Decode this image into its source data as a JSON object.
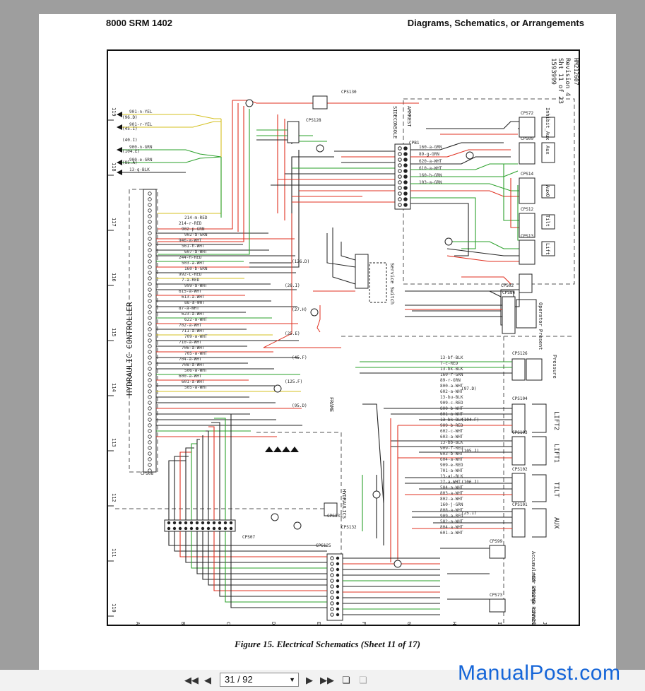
{
  "header": {
    "left": "8000 SRM 1402",
    "right": "Diagrams, Schematics, or Arrangements"
  },
  "schematic": {
    "drawing_id": "1593999",
    "sheet": "Sht 11 of 23",
    "revision": "Revision 4",
    "hm_number": "HM212607",
    "controller_label": "HYDRAULIC CONTROLLER",
    "connectors": [
      "CPS08",
      "CPS07",
      "CPS125",
      "CPS128",
      "CPS130",
      "CPS131",
      "CPS132",
      "CPS126",
      "CPS104",
      "CPS103",
      "CPS102",
      "CPS101",
      "CPS99",
      "CPS73",
      "CPS14",
      "CPS12",
      "CPS13",
      "CPS09",
      "CPS72",
      "CPS02",
      "CPS84",
      "CPB1"
    ],
    "component_labels": [
      "Inhibit_Aux",
      "Aux",
      "AuxO",
      "Tilt",
      "Lift",
      "Operator Present",
      "Service Switch",
      "Pressure",
      "LIFT2",
      "LIFT1",
      "TILT",
      "AUX",
      "Accumulator charge disable",
      "NON ENGINE RUNNING BUT IGNITION ON LOWERING"
    ],
    "area_labels": [
      "ARMREST",
      "SIDECONSOLE",
      "FRAME",
      "HYDRAULICS"
    ],
    "row_numbers": [
      "119",
      "118",
      "117",
      "116",
      "115",
      "114",
      "113",
      "112",
      "111",
      "110"
    ],
    "column_letters": [
      "A",
      "B",
      "C",
      "D",
      "E",
      "F",
      "G",
      "H",
      "I",
      "J"
    ],
    "wire_labels": [
      "901-n-YEL",
      "901-r-YEL",
      "900-n-GRN",
      "900-e-GRN",
      "13-q-BLK",
      "214-m-RED",
      "214-r-RED",
      "902-p-GRN",
      "902-a-GRN",
      "946-a-WHT",
      "561-h-WHT",
      "607-a-WHT",
      "244-n-RED",
      "503-a-WHT",
      "160-b-GRN",
      "992-L-RED",
      "7-a-RED",
      "999-a-WHT",
      "615-a-WHT",
      "613-a-WHT",
      "88-a-WHT",
      "87-a-WHT",
      "623-a-WHT",
      "622-a-WHT",
      "702-a-WHT",
      "711-a-WHT",
      "709-a-WHT",
      "710-a-WHT",
      "706-a-WHT",
      "705-a-WHT",
      "704-a-WHT",
      "708-a-WHT",
      "506-a-WHT",
      "600-a-WHT",
      "601-a-WHT",
      "505-a-WHT",
      "160-a-GRN",
      "89-g-GRN",
      "620-a-WHT",
      "610-a-WHT",
      "160-h-GRN",
      "103-a-GRN",
      "13-bf-BLK",
      "7-c-RED",
      "13-bk-BLK",
      "160-r-GRN",
      "89-r-GRN",
      "800-a-WHT",
      "602-a-WHT",
      "13-bu-BLK",
      "909-c-RED",
      "800-b-WHT",
      "601-a-WHT",
      "13-bk-BLK",
      "909-b-RED",
      "602-c-WHT",
      "603-a-WHT",
      "13-bb-BLK",
      "909-f-RED",
      "603-b-WHT",
      "604-a-WHT",
      "909-e-RED",
      "701-a-WHT",
      "13-ai-BLK",
      "27-a-WHT",
      "504-a-WHT",
      "803-a-WHT",
      "802-a-WHT",
      "160-j-GRN",
      "808-a-WHT",
      "909-a-RED",
      "502-a-WHT",
      "804-a-WHT",
      "601-a-WHT"
    ],
    "refs": [
      "(96.D)",
      "(45.I)",
      "(40.I)",
      "(104.E)",
      "(85.A)",
      "(126.D)",
      "(28.I)",
      "(27.H)",
      "(25.E)",
      "(45.F)",
      "(125.F)",
      "(95.D)",
      "(97.D)",
      "(104.F)",
      "(105.J)",
      "(106.J)",
      "(25.I)"
    ]
  },
  "caption": "Figure 15.  Electrical Schematics (Sheet 11 of 17)",
  "toolbar": {
    "page_value": "31 / 92",
    "first_icon": "first-page-icon",
    "prev_icon": "prev-page-icon",
    "next_icon": "next-page-icon",
    "last_icon": "last-page-icon"
  },
  "watermark": "ManualPost.com"
}
